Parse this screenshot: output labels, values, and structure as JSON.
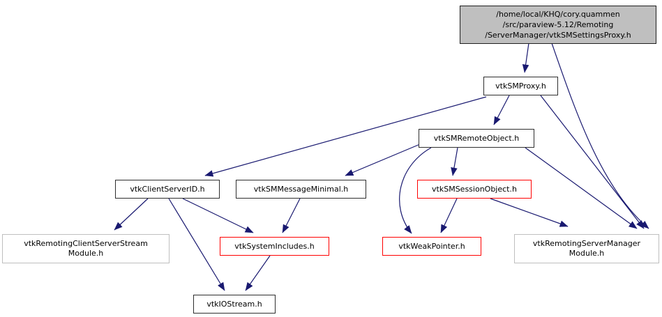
{
  "diagram": {
    "type": "include-dependency-graph",
    "background_color": "#ffffff",
    "edge_color": "#191970",
    "node_border_color": "#2e2e2e",
    "red_border_color": "#ff0000",
    "module_border_color": "#bfbfbf",
    "root_fill_color": "#bfbfbf",
    "nodes": {
      "root": {
        "line1": "/home/local/KHQ/cory.quammen",
        "line2": "/src/paraview-5.12/Remoting",
        "line3": "/ServerManager/vtkSMSettingsProxy.h"
      },
      "sm_proxy": {
        "label": "vtkSMProxy.h"
      },
      "sm_remote_object": {
        "label": "vtkSMRemoteObject.h"
      },
      "client_server_id": {
        "label": "vtkClientServerID.h"
      },
      "sm_message_minimal": {
        "label": "vtkSMMessageMinimal.h"
      },
      "sm_session_object": {
        "label": "vtkSMSessionObject.h"
      },
      "remoting_client_server_stream_module": {
        "line1": "vtkRemotingClientServerStream",
        "line2": "Module.h"
      },
      "system_includes": {
        "label": "vtkSystemIncludes.h"
      },
      "weak_pointer": {
        "label": "vtkWeakPointer.h"
      },
      "remoting_server_manager_module": {
        "line1": "vtkRemotingServerManager",
        "line2": "Module.h"
      },
      "io_stream": {
        "label": "vtkIOStream.h"
      }
    },
    "edges": [
      {
        "from": "root",
        "to": "sm_proxy"
      },
      {
        "from": "root",
        "to": "remoting_server_manager_module"
      },
      {
        "from": "sm_proxy",
        "to": "sm_remote_object"
      },
      {
        "from": "sm_proxy",
        "to": "client_server_id"
      },
      {
        "from": "sm_proxy",
        "to": "remoting_server_manager_module"
      },
      {
        "from": "sm_remote_object",
        "to": "sm_message_minimal"
      },
      {
        "from": "sm_remote_object",
        "to": "sm_session_object"
      },
      {
        "from": "sm_remote_object",
        "to": "weak_pointer"
      },
      {
        "from": "sm_remote_object",
        "to": "remoting_server_manager_module"
      },
      {
        "from": "sm_session_object",
        "to": "weak_pointer"
      },
      {
        "from": "sm_session_object",
        "to": "remoting_server_manager_module"
      },
      {
        "from": "client_server_id",
        "to": "remoting_client_server_stream_module"
      },
      {
        "from": "client_server_id",
        "to": "system_includes"
      },
      {
        "from": "client_server_id",
        "to": "io_stream"
      },
      {
        "from": "sm_message_minimal",
        "to": "system_includes"
      },
      {
        "from": "system_includes",
        "to": "io_stream"
      }
    ]
  }
}
